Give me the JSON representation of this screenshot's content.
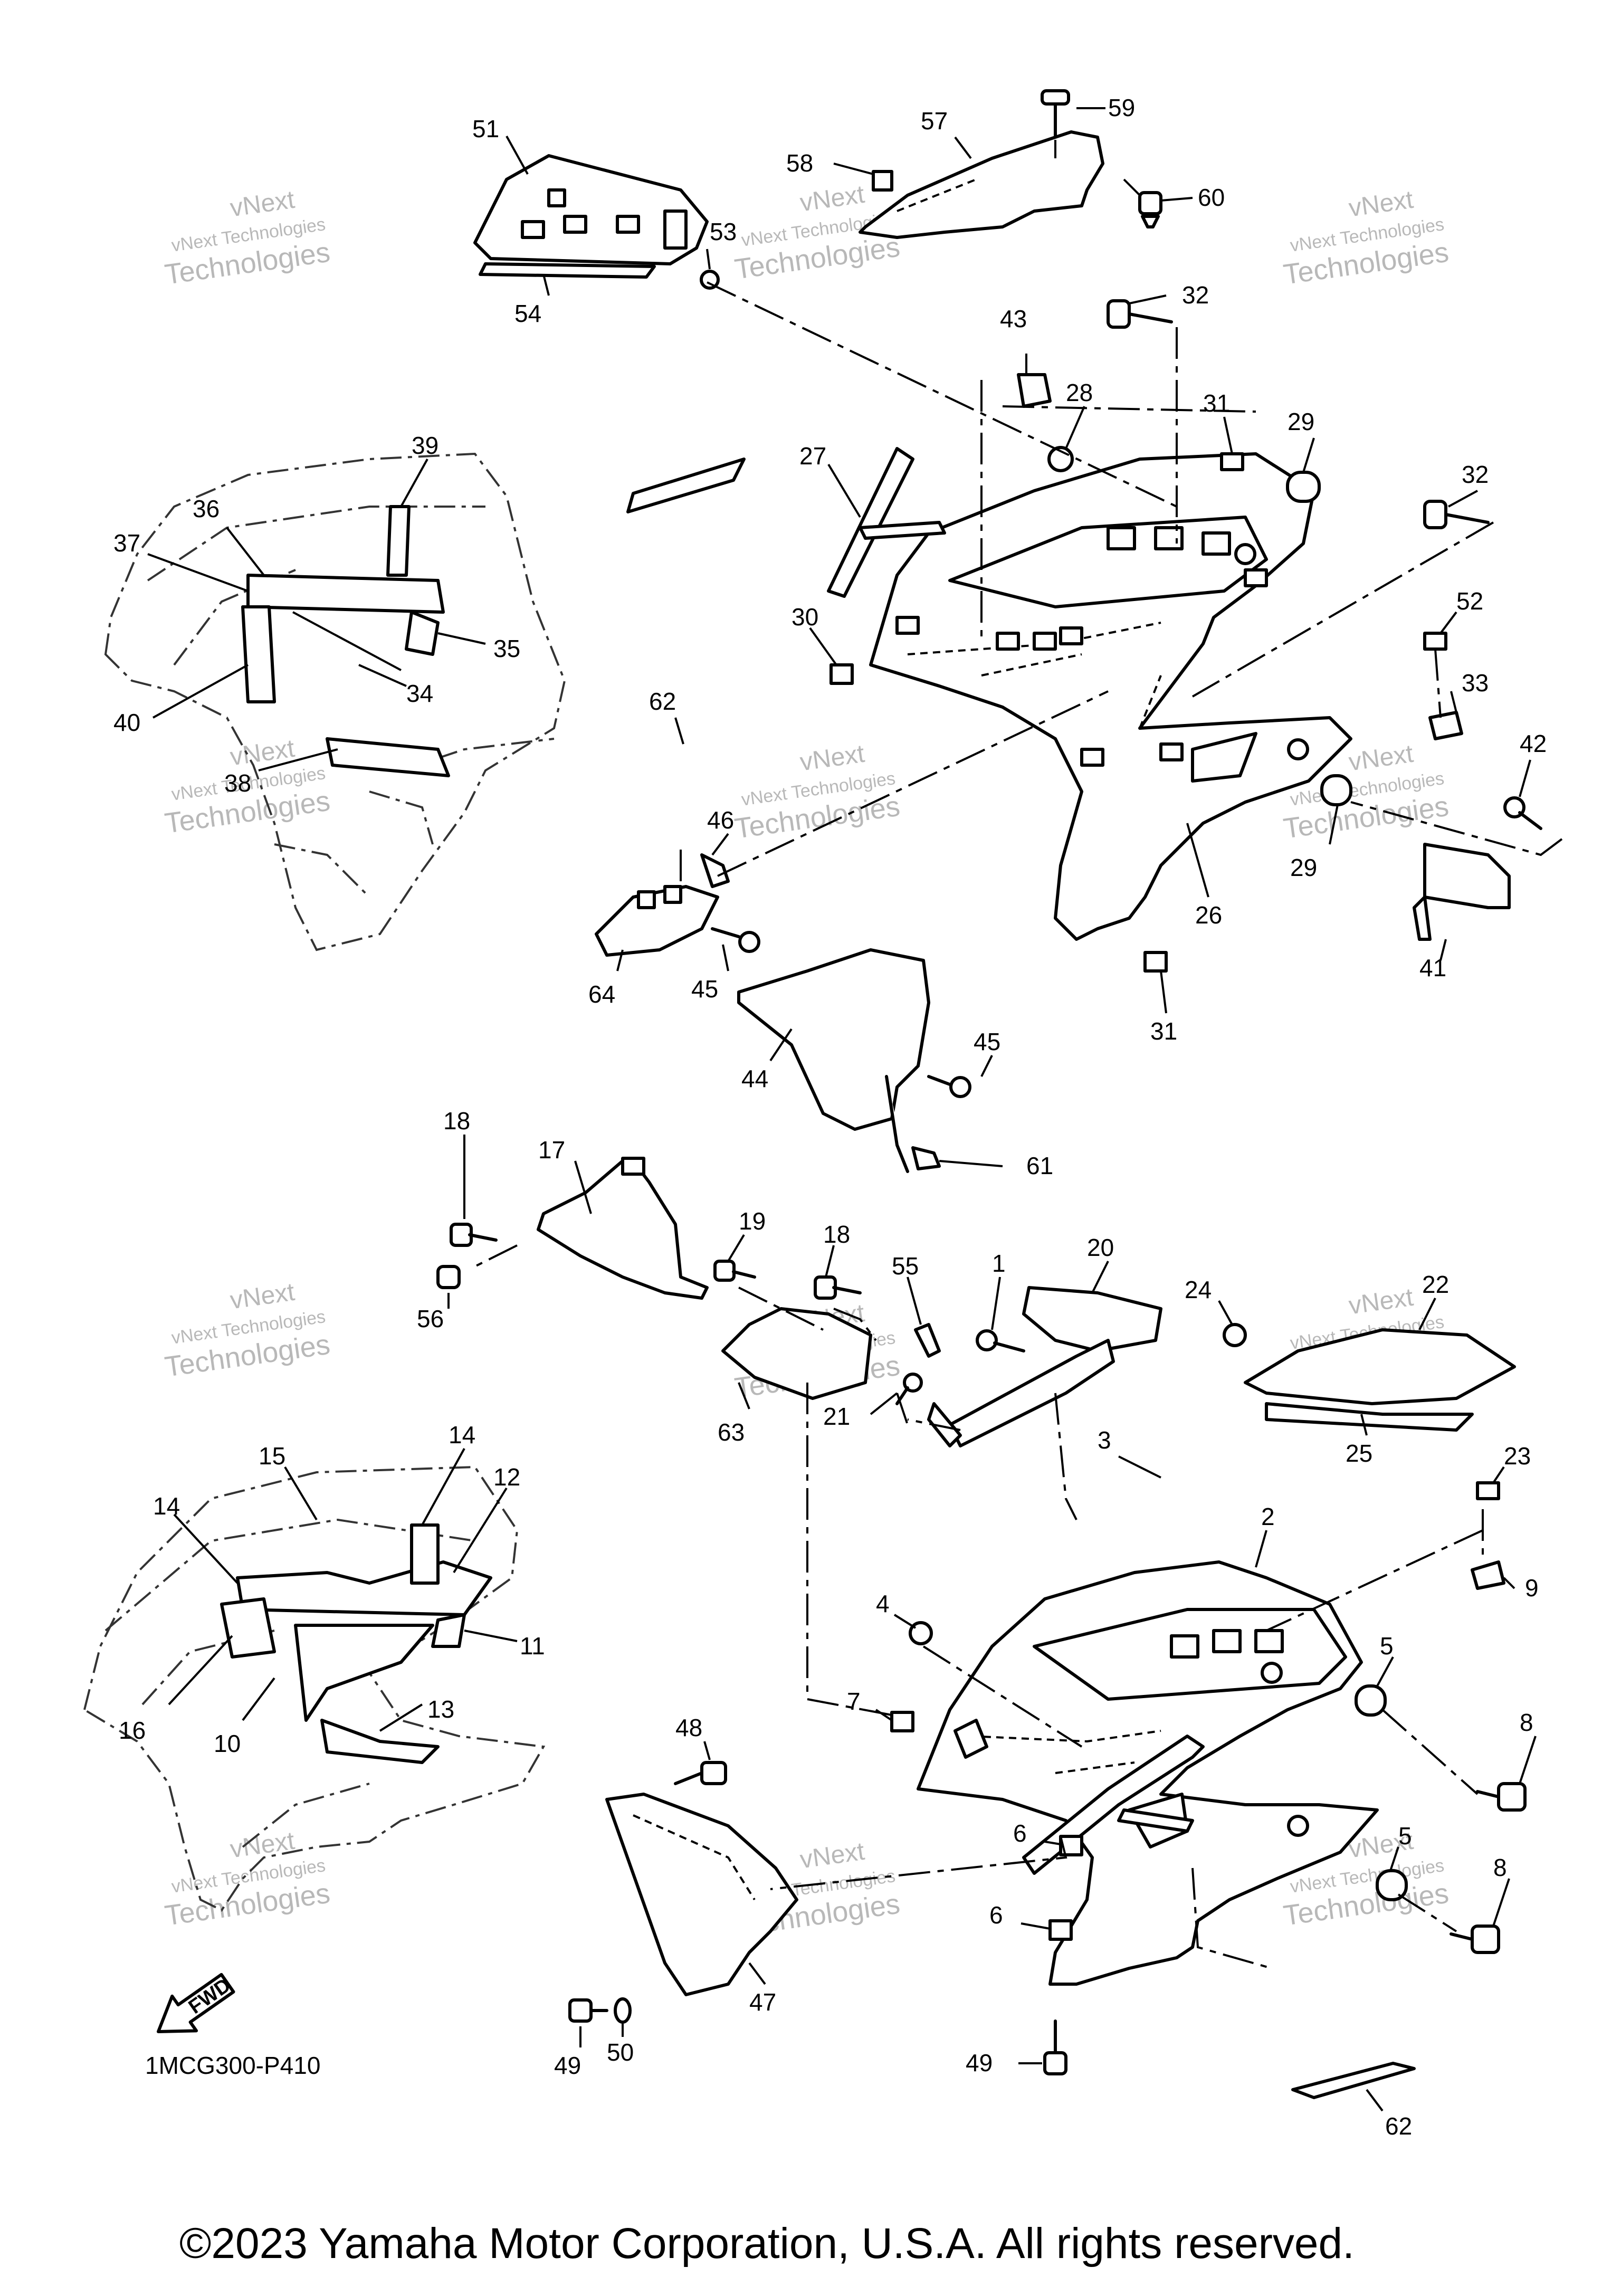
{
  "diagram_code": "1MCG300-P410",
  "copyright": "©2023 Yamaha Motor Corporation, U.S.A. All rights reserved.",
  "watermark": {
    "line1": "vNext",
    "line2": "vNext Technologies",
    "line3": "Technologies"
  },
  "forward_arrow": {
    "label": "FWD"
  },
  "callouts": {
    "c1": "1",
    "c2": "2",
    "c3": "3",
    "c4": "4",
    "c5a": "5",
    "c5b": "5",
    "c6a": "6",
    "c6b": "6",
    "c7": "7",
    "c8a": "8",
    "c8b": "8",
    "c9": "9",
    "c10": "10",
    "c11": "11",
    "c12": "12",
    "c13": "13",
    "c14a": "14",
    "c14b": "14",
    "c15": "15",
    "c16": "16",
    "c17": "17",
    "c18a": "18",
    "c18b": "18",
    "c19": "19",
    "c20": "20",
    "c21": "21",
    "c22": "22",
    "c23": "23",
    "c24": "24",
    "c25": "25",
    "c26": "26",
    "c27": "27",
    "c28": "28",
    "c29a": "29",
    "c29b": "29",
    "c30": "30",
    "c31a": "31",
    "c31b": "31",
    "c32a": "32",
    "c32b": "32",
    "c33": "33",
    "c34": "34",
    "c35": "35",
    "c36": "36",
    "c37": "37",
    "c38": "38",
    "c39": "39",
    "c40": "40",
    "c41": "41",
    "c42": "42",
    "c43": "43",
    "c44": "44",
    "c45a": "45",
    "c45b": "45",
    "c46": "46",
    "c47": "47",
    "c48": "48",
    "c49a": "49",
    "c49b": "49",
    "c50": "50",
    "c51": "51",
    "c52": "52",
    "c53": "53",
    "c54": "54",
    "c55": "55",
    "c56": "56",
    "c57": "57",
    "c58": "58",
    "c59": "59",
    "c60": "60",
    "c61": "61",
    "c62a": "62",
    "c62b": "62",
    "c63": "63",
    "c64": "64"
  }
}
